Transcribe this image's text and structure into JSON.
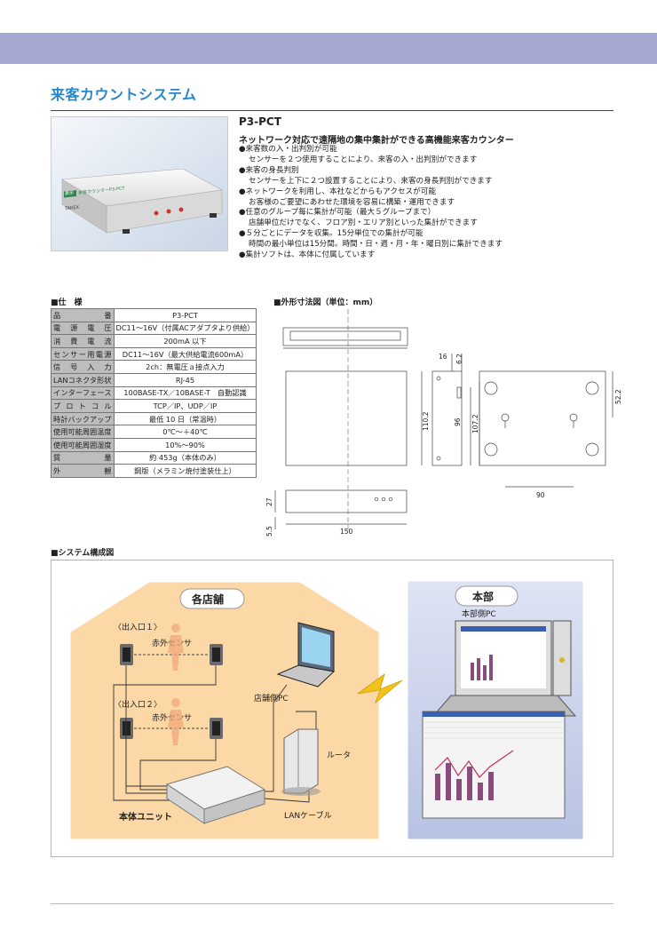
{
  "page": {
    "title": "来客カウントシステム"
  },
  "product": {
    "model": "P3-PCT",
    "tagline": "ネットワーク対応で遠隔地の集中集計ができる高機能来客カウンター",
    "device_labels": [
      "表示",
      "来客カウンターP3-PCT",
      "TAKEX"
    ],
    "features": [
      "●来客数の入・出判別が可能",
      "センサーを２つ使用することにより、来客の入・出判別ができます",
      "●来客の身長判別",
      "センサーを上下に２つ設置することにより、来客の身長判別ができます",
      "●ネットワークを利用し、本社などからもアクセスが可能",
      "お客様のご要望にあわせた環境を容易に構築・運用できます",
      "●任意のグループ毎に集計が可能（最大５グループまで）",
      "店舗単位だけでなく、フロア別・エリア別といった集計ができます",
      "●５分ごとにデータを収集。15分単位での集計が可能",
      "時間の最小単位は15分間。時間・日・週・月・年・曜日別に集計できます",
      "●集計ソフトは、本体に付属しています"
    ]
  },
  "spec": {
    "heading": "■仕　様",
    "rows": [
      {
        "key": "品番",
        "value": "P3-PCT"
      },
      {
        "key": "電源電圧",
        "value": "DC11〜16V（付属ACアダプタより供給）"
      },
      {
        "key": "消費電流",
        "value": "200mA 以下"
      },
      {
        "key": "センサー用電源",
        "value": "DC11〜16V（最大供給電流600mA）"
      },
      {
        "key": "信号入力",
        "value": "2ch：無電圧ａ接点入力"
      },
      {
        "key": "LANコネクタ形状",
        "value": "RJ-45"
      },
      {
        "key": "インターフェース",
        "value": "100BASE-TX／10BASE-T　自動認識"
      },
      {
        "key": "プロトコル",
        "value": "TCP／IP、UDP／IP"
      },
      {
        "key": "時計バックアップ",
        "value": "最低 10 日（常温時）"
      },
      {
        "key": "使用可能周囲温度",
        "value": "0℃〜＋40℃"
      },
      {
        "key": "使用可能周囲湿度",
        "value": "10%〜90%"
      },
      {
        "key": "質量",
        "value": "約 453g（本体のみ）"
      },
      {
        "key": "外観",
        "value": "鋼版（メラミン焼付塗装仕上）"
      }
    ]
  },
  "dimensions": {
    "heading": "■外形寸法図（単位：mm）",
    "labels": {
      "d16": "16",
      "d6_2": "6.2",
      "d52_2": "52.2",
      "d96": "96",
      "d107_2": "107.2",
      "d110_2": "110.2",
      "d90": "90",
      "d27": "27",
      "d5_5": "5.5",
      "d150": "150"
    }
  },
  "system": {
    "heading": "■システム構成図",
    "store_title": "各店舗",
    "hq_title": "本部",
    "entrance1": "〈出入口１〉",
    "entrance2": "〈出入口２〉",
    "sensor1": "赤外センサ",
    "sensor2": "赤外センサ",
    "store_pc": "店舗側PC",
    "router": "ルータ",
    "main_unit": "本体ユニット",
    "lan_cable": "LANケーブル",
    "hq_pc": "本部側PC"
  },
  "colors": {
    "band": "#a7a7d4",
    "title": "#2a86c8",
    "store_bg": "#fbd8a6",
    "hq_bg": "#c9d1ea",
    "table_key_bg": "#bdbdbd"
  }
}
